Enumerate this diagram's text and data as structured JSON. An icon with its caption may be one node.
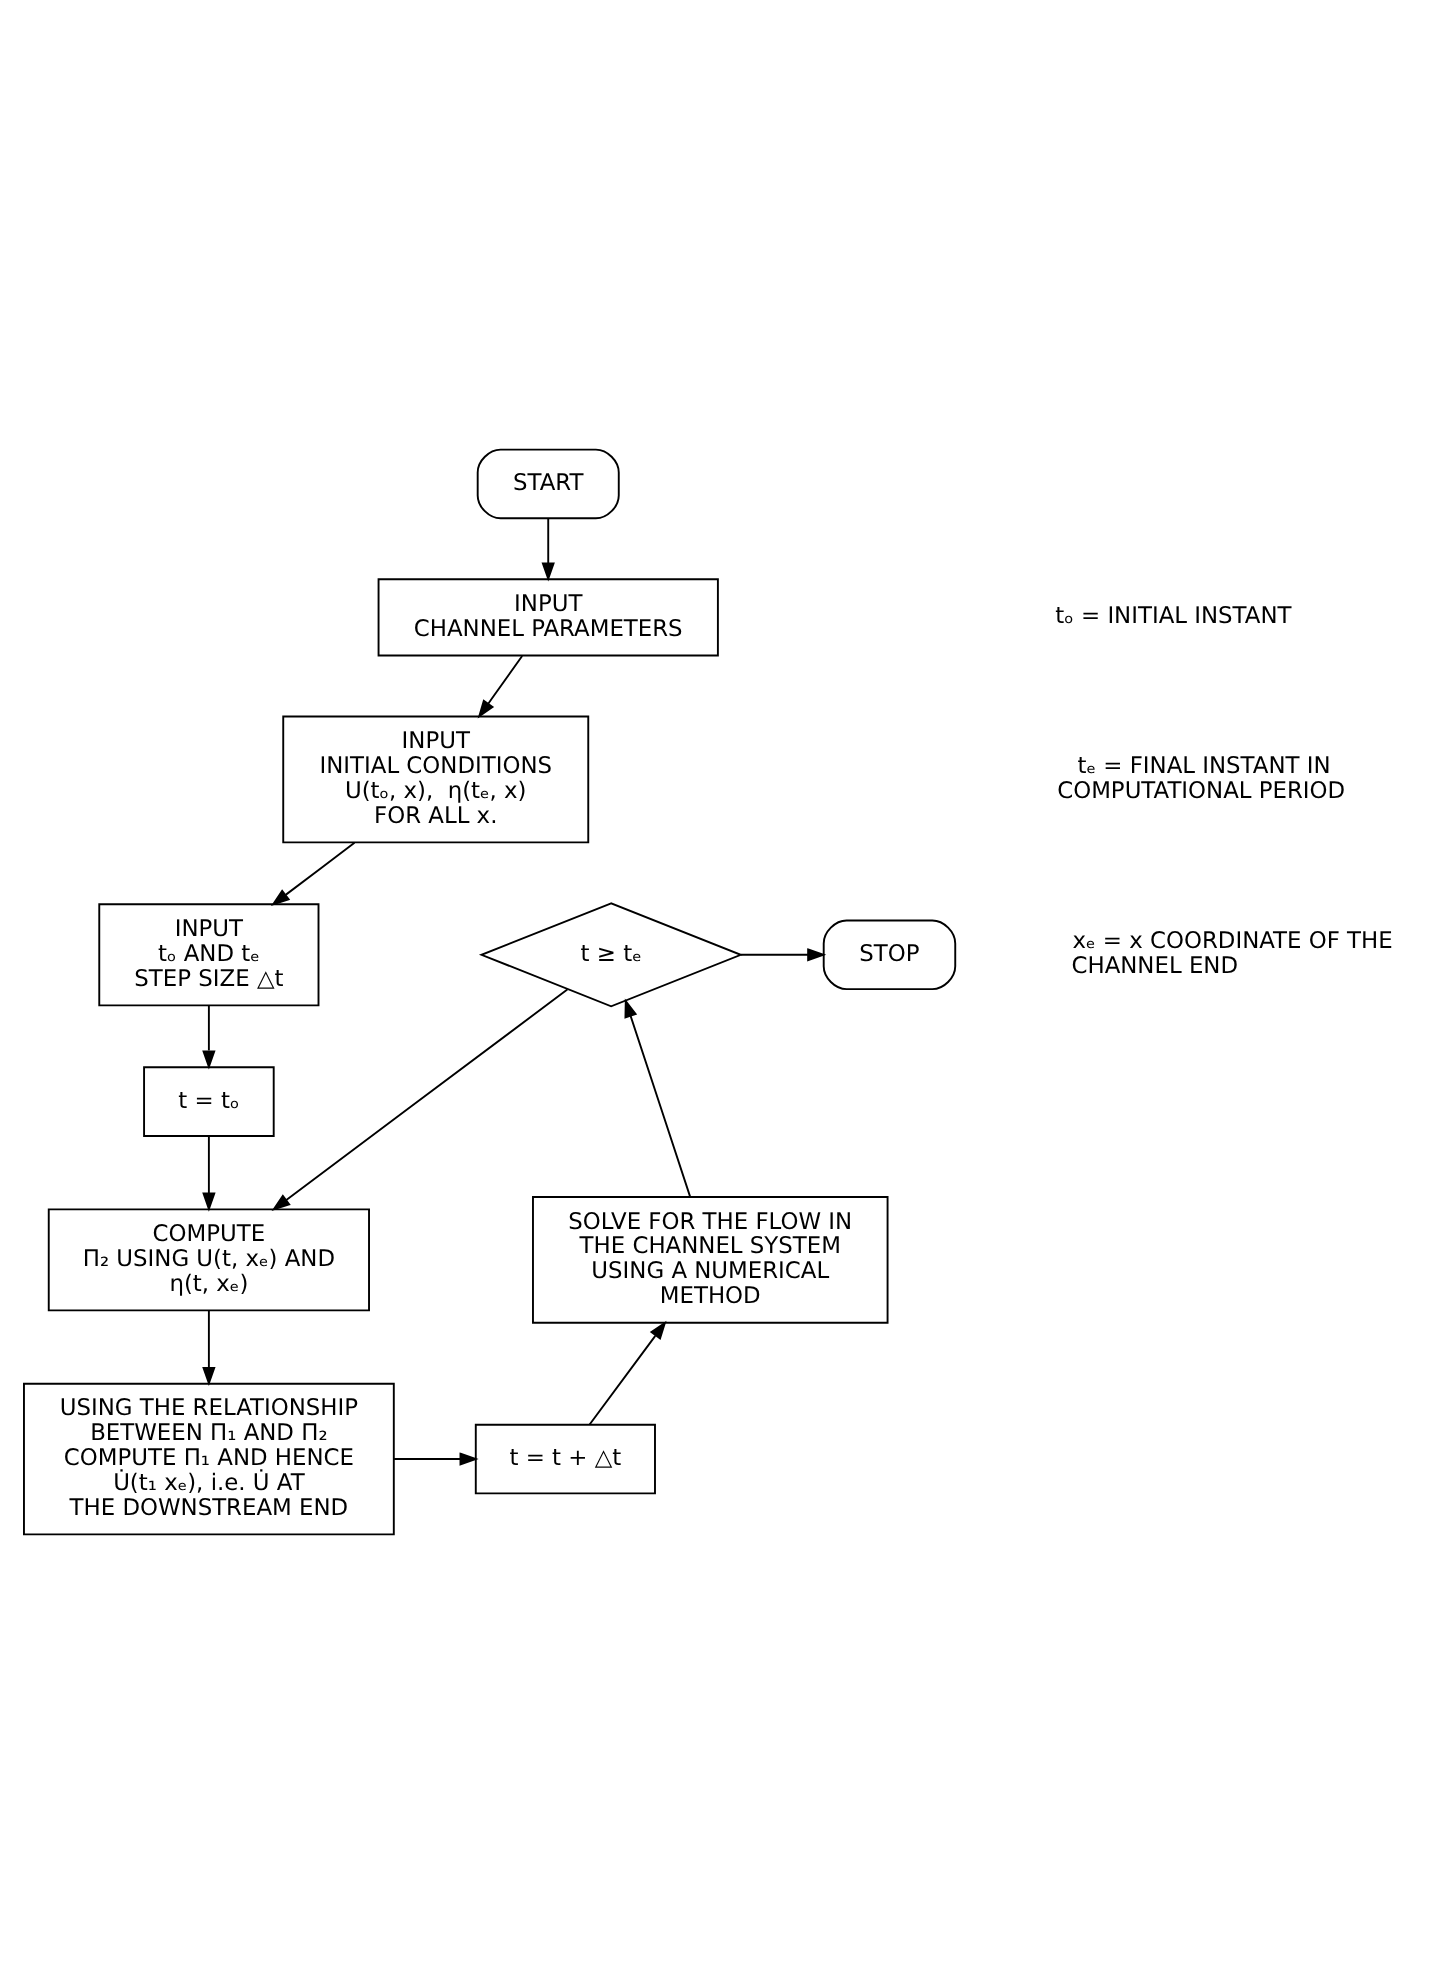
{
  "diagram": {
    "nodes": [
      {
        "text": [
          "START"
        ]
      },
      {
        "text": [
          "INPUT",
          "CHANNEL PARAMETERS"
        ]
      },
      {
        "text": [
          "INPUT",
          "INITIAL CONDITIONS",
          "U(tₒ, x),  η(tₑ, x)",
          "FOR ALL x."
        ]
      },
      {
        "text": [
          "INPUT",
          "tₒ AND tₑ",
          "STEP SIZE △t"
        ]
      },
      {
        "text": [
          "t = tₒ"
        ]
      },
      {
        "text": [
          "COMPUTE",
          "Π₂ USING U(t, xₑ) AND η(t, xₑ)"
        ]
      },
      {
        "text": [
          "USING THE RELATIONSHIP BETWEEN Π₁ AND Π₂ COMPUTE Π₁ AND HENCE U̇(t₁ xₑ), i.e. U̇ AT THE DOWNSTREAM END"
        ]
      },
      {
        "text": [
          "t = t + △t"
        ]
      },
      {
        "text": [
          "SOLVE FOR THE FLOW IN THE CHANNEL SYSTEM USING A NUMERICAL METHOD"
        ]
      },
      {
        "text": [
          "t ≥ tₑ"
        ]
      },
      {
        "text": [
          "STOP"
        ]
      }
    ],
    "edges": [
      {
        "from": 0,
        "to": 1,
        "arrow": "to"
      },
      {
        "from": 1,
        "to": 2,
        "arrow": "to"
      },
      {
        "from": 2,
        "to": 3,
        "arrow": "to"
      },
      {
        "from": 3,
        "to": 4,
        "arrow": "to"
      },
      {
        "from": 4,
        "to": 5,
        "arrow": "to"
      },
      {
        "from": 5,
        "to": 6,
        "arrow": "to"
      },
      {
        "from": 6,
        "to": 7,
        "arrow": "to"
      },
      {
        "from": 7,
        "to": 8,
        "arrow": "to"
      },
      {
        "from": 8,
        "to": 9,
        "arrow": "to"
      },
      {
        "from": 9,
        "to": 10,
        "arrow": "to"
      },
      {
        "from": 9,
        "to": 5,
        "arrow": "to"
      }
    ],
    "labels": [
      "tₒ = INITIAL INSTANT",
      "tₑ = FINAL INSTANT IN COMPUTATIONAL PERIOD",
      "xₑ = x COORDINATE OF THE CHANNEL END"
    ]
  }
}
